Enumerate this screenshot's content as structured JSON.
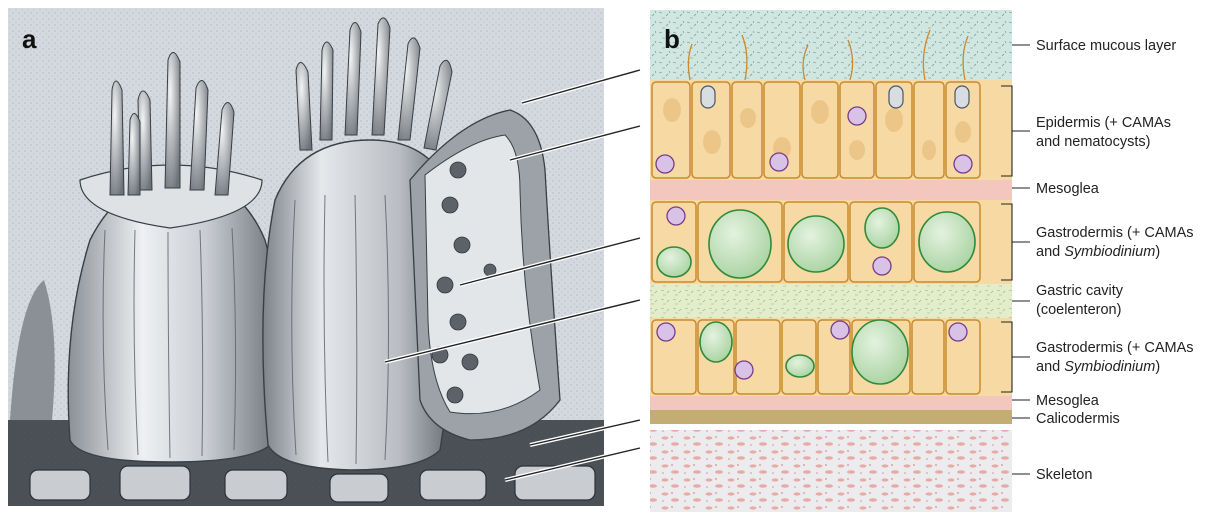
{
  "panel_a": {
    "letter": "a"
  },
  "panel_b": {
    "letter": "b",
    "labels": {
      "surface_mucous": "Surface mucous layer",
      "epidermis_line1": "Epidermis (+ CAMAs",
      "epidermis_line2": "and nematocysts)",
      "mesoglea_upper": "Mesoglea",
      "gastrodermis_upper_line1": "Gastrodermis (+ CAMAs",
      "gastrodermis_upper_line2_pre": "and ",
      "gastrodermis_upper_line2_italic": "Symbiodinium",
      "gastrodermis_upper_line2_post": ")",
      "gastric_cavity_line1": "Gastric cavity",
      "gastric_cavity_line2": "(coelenteron)",
      "gastrodermis_lower_line1": "Gastrodermis (+ CAMAs",
      "gastrodermis_lower_line2_pre": "and ",
      "gastrodermis_lower_line2_italic": "Symbiodinium",
      "gastrodermis_lower_line2_post": ")",
      "mesoglea_lower": "Mesoglea",
      "calicodermis": "Calicodermis",
      "skeleton": "Skeleton"
    }
  },
  "colors": {
    "mucus": "#cfe6e1",
    "cell_fill": "#f7d9a3",
    "cell_stroke": "#c98a2c",
    "mesoglea": "#f3c7bd",
    "gastric": "#e3edc9",
    "calicodermis": "#c4ad72",
    "skeleton": "#ececef",
    "symbiont_fill": "#b8dcb2",
    "symbiont_stroke": "#2f8a3a",
    "camas": "#7a3b8e",
    "sketch_bg": "#d7dde3"
  }
}
